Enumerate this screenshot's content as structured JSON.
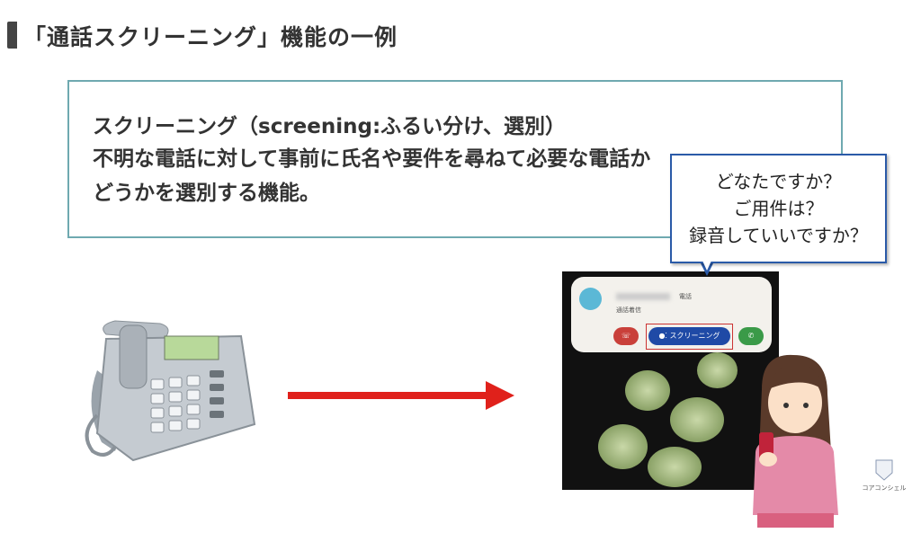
{
  "title": "「通話スクリーニング」機能の一例",
  "definition": {
    "line1": "スクリーニング（screening:ふるい分け、選別）",
    "line2": "不明な電話に対して事前に氏名や要件を尋ねて必要な電話か",
    "line3": "どうかを選別する機能。"
  },
  "callout": {
    "lines": [
      "どなたですか？",
      "ご用件は？",
      "録音していいですか？"
    ]
  },
  "phone_screen": {
    "caller_label": "電話",
    "status": "通話着信",
    "screening_button": "スクリーニング"
  },
  "colors": {
    "arrow": "#e0211b",
    "callout_border": "#2a5aa8",
    "box_border": "#6fa9b0"
  },
  "logo": {
    "text": "コアコンシェル"
  }
}
